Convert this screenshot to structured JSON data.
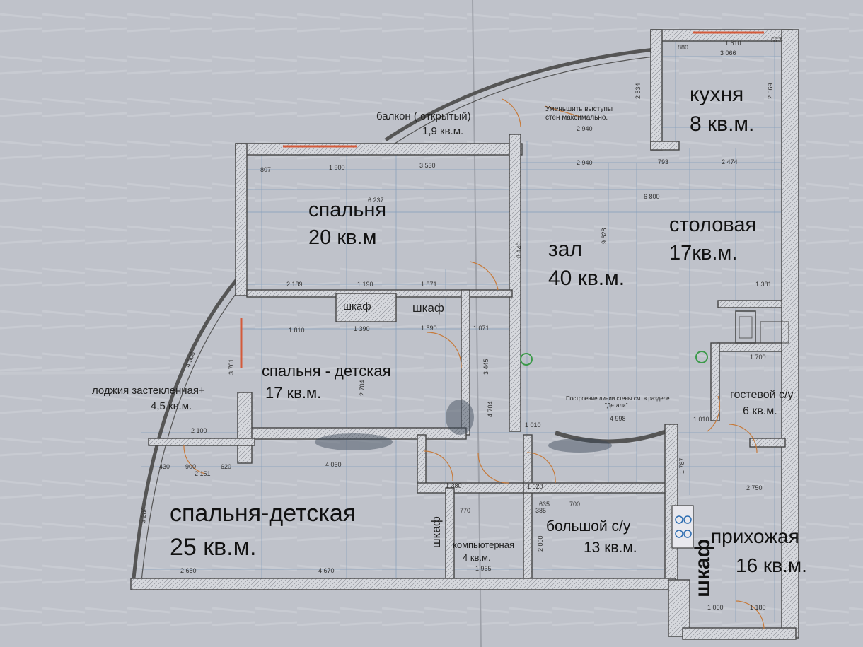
{
  "rooms": {
    "balcony": {
      "name": "балкон ( открытый)",
      "area": "1,9 кв.м."
    },
    "kitchen": {
      "name": "кухня",
      "area": "8 кв.м."
    },
    "bedroom_top": {
      "name": "спальня",
      "area": "20 кв.м"
    },
    "hall": {
      "name": "зал",
      "area": "40 кв.м."
    },
    "dining": {
      "name": "столовая",
      "area": "17кв.м."
    },
    "kids_bedroom_mid": {
      "name": "спальня - детская",
      "area": "17 кв.м."
    },
    "loggia": {
      "name": "лоджия застекленная+",
      "area": "4,5 кв.м."
    },
    "guest_wc": {
      "name": "гостевой с/у",
      "area": "6 кв.м."
    },
    "kids_bedroom_big": {
      "name": "спальня-детская",
      "area": "25 кв.м."
    },
    "computer_room": {
      "name": "компьютерная",
      "area": "4 кв.м."
    },
    "big_bathroom": {
      "name": "большой с/у",
      "area": "13 кв.м."
    },
    "entrance": {
      "name": "прихожая",
      "area": "16 кв.м."
    }
  },
  "wardrobes": {
    "w1": "шкаф",
    "w2": "шкаф",
    "w3": "шкаф",
    "w4": "шкаф"
  },
  "notes": {
    "reduce_line1": "Уменьшить выступы",
    "reduce_line2": "стен максимально.",
    "wall_note_line1": "Построение линии стены см. в разделе",
    "wall_note_line2": "\"Детали\""
  },
  "dimensions": {
    "d880": "880",
    "d1610": "1 610",
    "d577": "577",
    "d3066": "3 066",
    "d2534": "2 534",
    "d2569": "2 569",
    "d2940a": "2 940",
    "d2940b": "2 940",
    "d807": "807",
    "d1900": "1 900",
    "d3530": "3 530",
    "d793": "793",
    "d2474": "2 474",
    "d6800": "6 800",
    "d6237": "6 237",
    "d8140": "8 140",
    "d9628": "9 628",
    "d2189": "2 189",
    "d1190": "1 190",
    "d1871": "1 871",
    "d1381": "1 381",
    "d1810": "1 810",
    "d1390": "1 390",
    "d1590": "1 590",
    "d1071": "1 071",
    "d1700": "1 700",
    "d2704": "2 704",
    "d3445": "3 445",
    "d4704": "4 704",
    "d4998": "4 998",
    "d1010a": "1 010",
    "d1010b": "1 010",
    "d2100": "2 100",
    "d4060": "4 060",
    "d2151": "2 151",
    "d430": "430",
    "d900": "900",
    "d620": "620",
    "d1380": "1 380",
    "d1020": "1 020",
    "d770": "770",
    "d385": "385",
    "d635": "635",
    "d700": "700",
    "d2750": "2 750",
    "d2650": "2 650",
    "d4670": "4 670",
    "d1965": "1 965",
    "d1060": "1 060",
    "d1180": "1 180",
    "d3761": "3 761",
    "d4308": "4 308",
    "d3286": "3 286",
    "d2000": "2 000",
    "d1787": "1 787"
  }
}
